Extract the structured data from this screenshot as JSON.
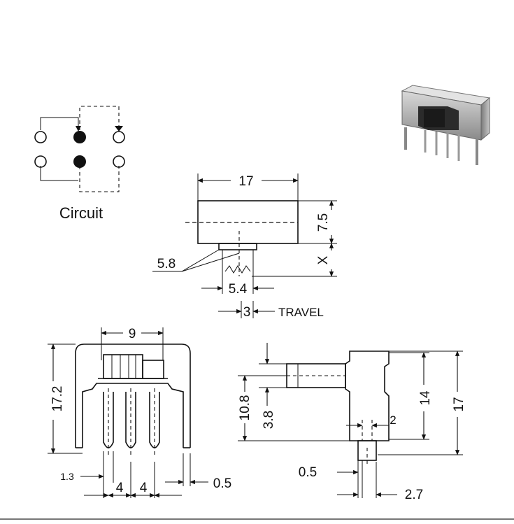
{
  "circuit": {
    "label": "Circuit"
  },
  "top_view": {
    "width": "17",
    "height": "7.5",
    "travel_var": "X",
    "lever_offset": "5.8",
    "lever_width": "5.4",
    "travel": "3",
    "travel_label": "TRAVEL"
  },
  "front_view": {
    "lever_width": "9",
    "height": "17.2",
    "pin_width": "1.3",
    "pitch_1": "4",
    "pitch_2": "4",
    "thickness": "0.5"
  },
  "side_view": {
    "lever_extent": "10.8",
    "lever_height": "3.8",
    "pin_gap": "2",
    "body_height": "14",
    "total_height": "17",
    "pin_thickness": "0.5",
    "pin_offset": "2.7"
  },
  "colors": {
    "line": "#111111",
    "background": "#ffffff"
  }
}
